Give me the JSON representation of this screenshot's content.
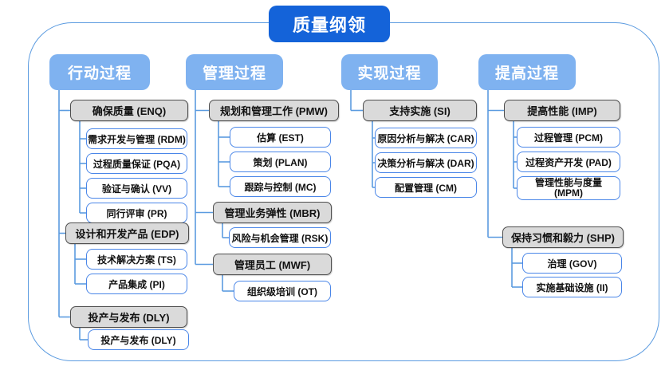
{
  "title": "质量纲领",
  "colors": {
    "title_bg": "#1463d9",
    "header_bg": "#7fb2f0",
    "group_bg": "#dadada",
    "group_border": "#4d4d4d",
    "leaf_border": "#4a86e8",
    "connector": "#5b9be0"
  },
  "columns": [
    {
      "header": "行动过程",
      "groups": [
        {
          "label": "确保质量 (ENQ)",
          "children": [
            "需求开发与管理 (RDM)",
            "过程质量保证 (PQA)",
            "验证与确认 (VV)",
            "同行评审 (PR)"
          ]
        },
        {
          "label": "设计和开发产品 (EDP)",
          "children": [
            "技术解决方案 (TS)",
            "产品集成 (PI)"
          ]
        },
        {
          "label": "投产与发布 (DLY)",
          "children": [
            "投产与发布 (DLY)"
          ]
        }
      ]
    },
    {
      "header": "管理过程",
      "groups": [
        {
          "label": "规划和管理工作 (PMW)",
          "children": [
            "估算 (EST)",
            "策划 (PLAN)",
            "跟踪与控制 (MC)"
          ]
        },
        {
          "label": "管理业务弹性 (MBR)",
          "children": [
            "风险与机会管理 (RSK)"
          ]
        },
        {
          "label": "管理员工 (MWF)",
          "children": [
            "组织级培训 (OT)"
          ]
        }
      ]
    },
    {
      "header": "实现过程",
      "groups": [
        {
          "label": "支持实施 (SI)",
          "children": [
            "原因分析与解决 (CAR)",
            "决策分析与解决 (DAR)",
            "配置管理 (CM)"
          ]
        }
      ]
    },
    {
      "header": "提高过程",
      "groups": [
        {
          "label": "提高性能 (IMP)",
          "children": [
            "过程管理 (PCM)",
            "过程资产开发 (PAD)",
            "管理性能与度量\n(MPM)"
          ]
        },
        {
          "label": "保持习惯和毅力 (SHP)",
          "children": [
            "治理 (GOV)",
            "实施基础设施 (II)"
          ]
        }
      ]
    }
  ]
}
